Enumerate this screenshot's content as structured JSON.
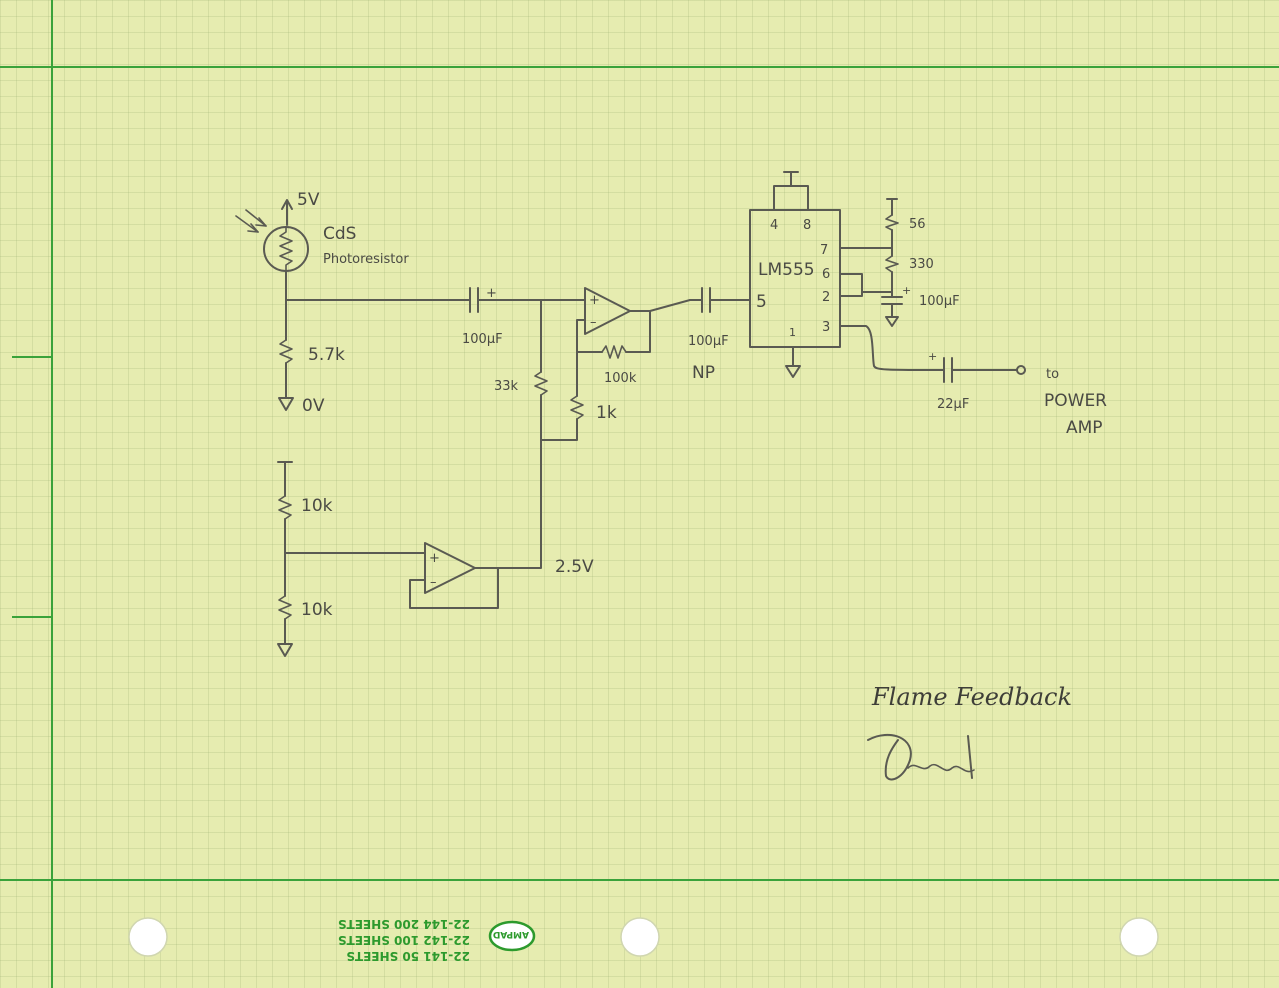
{
  "supply_label": "5V",
  "sensor": {
    "name": "CdS",
    "desc": "Photoresistor"
  },
  "ground_label": "0V",
  "resistors": {
    "r_divider": "5.7k",
    "r_bias": "33k",
    "r_gain": "1k",
    "r_feedback": "100k",
    "r_ref_top": "10k",
    "r_ref_bottom": "10k",
    "r_56": "56",
    "r_330": "330"
  },
  "capacitors": {
    "c_input": "100μF",
    "c_coupling": "100μF",
    "c_coupling_type": "NP",
    "c_timing": "100μF",
    "c_output": "22μF"
  },
  "reference_label": "2.5V",
  "timer": {
    "name": "LM555",
    "pins": {
      "p4": "4",
      "p8": "8",
      "p7": "7",
      "p6": "6",
      "p2": "2",
      "p5": "5",
      "p1": "1",
      "p3": "3"
    }
  },
  "opamp_signs": {
    "plus": "+",
    "minus": "–"
  },
  "output_label": {
    "line1": "to",
    "line2": "POWER",
    "line3": "AMP"
  },
  "title": "Flame Feedback",
  "signature": "DL",
  "pad_info": {
    "brand": "AMPAD",
    "line1": "22-141    50 SHEETS",
    "line2": "22-142   100 SHEETS",
    "line3": "22-144   200 SHEETS"
  },
  "colors": {
    "paper": "#e6ecb0",
    "margin": "#3aa23a",
    "pencil": "#5a5a52",
    "print": "#2d9a2d"
  }
}
